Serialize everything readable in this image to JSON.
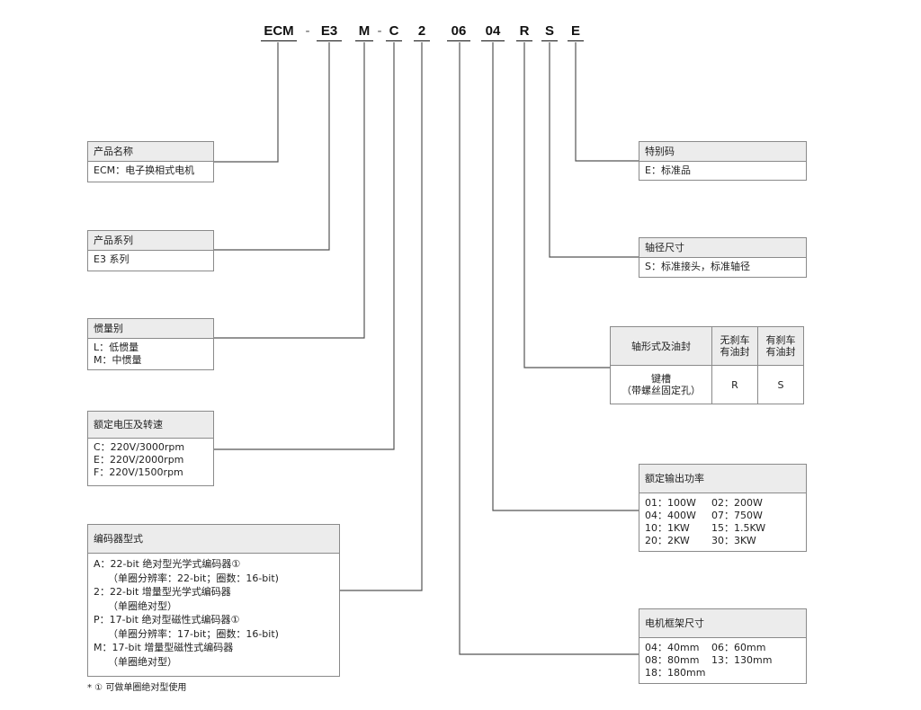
{
  "model_code": {
    "segments": [
      "ECM",
      "-",
      "E3",
      "M",
      "-",
      "C",
      "2",
      "06",
      "04",
      "R",
      "S",
      "E"
    ]
  },
  "boxes": {
    "product_name": {
      "title": "产品名称",
      "lines": [
        "ECM：电子换相式电机"
      ]
    },
    "series": {
      "title": "产品系列",
      "lines": [
        "E3 系列"
      ]
    },
    "inertia": {
      "title": "惯量别",
      "lines": [
        "L：低惯量",
        "M：中惯量"
      ]
    },
    "voltage_speed": {
      "title": "额定电压及转速",
      "lines": [
        "C：220V/3000rpm",
        "E：220V/2000rpm",
        "F：220V/1500rpm"
      ]
    },
    "encoder": {
      "title": "编码器型式",
      "lines": [
        "A：22-bit 绝对型光学式编码器①",
        "（单圈分辨率：22-bit；圈数：16-bit)",
        "2：22-bit 增量型光学式编码器",
        "（单圈绝对型）",
        "P：17-bit 绝对型磁性式编码器①",
        "（单圈分辨率：17-bit；圈数：16-bit)",
        "M：17-bit 增量型磁性式编码器",
        "（单圈绝对型）"
      ]
    },
    "special": {
      "title": "特别码",
      "lines": [
        "E：标准品"
      ]
    },
    "shaft_size": {
      "title": "轴径尺寸",
      "lines": [
        "S：标准接头，标准轴径"
      ]
    },
    "power": {
      "title": "额定输出功率",
      "items": [
        "01：100W",
        "02：200W",
        "04：400W",
        "07：750W",
        "10：1KW",
        "15：1.5KW",
        "20：2KW",
        "30：3KW"
      ]
    },
    "frame": {
      "title": "电机框架尺寸",
      "items": [
        "04：40mm",
        "06：60mm",
        "08：80mm",
        "13：130mm",
        "18：180mm"
      ]
    }
  },
  "shaft_table": {
    "header": [
      "轴形式及油封",
      "无刹车\n有油封",
      "有刹车\n有油封"
    ],
    "row_label": "键槽\n（带螺丝固定孔）",
    "row_values": [
      "R",
      "S"
    ]
  },
  "footnote": "* ① 可做单圈绝对型使用"
}
